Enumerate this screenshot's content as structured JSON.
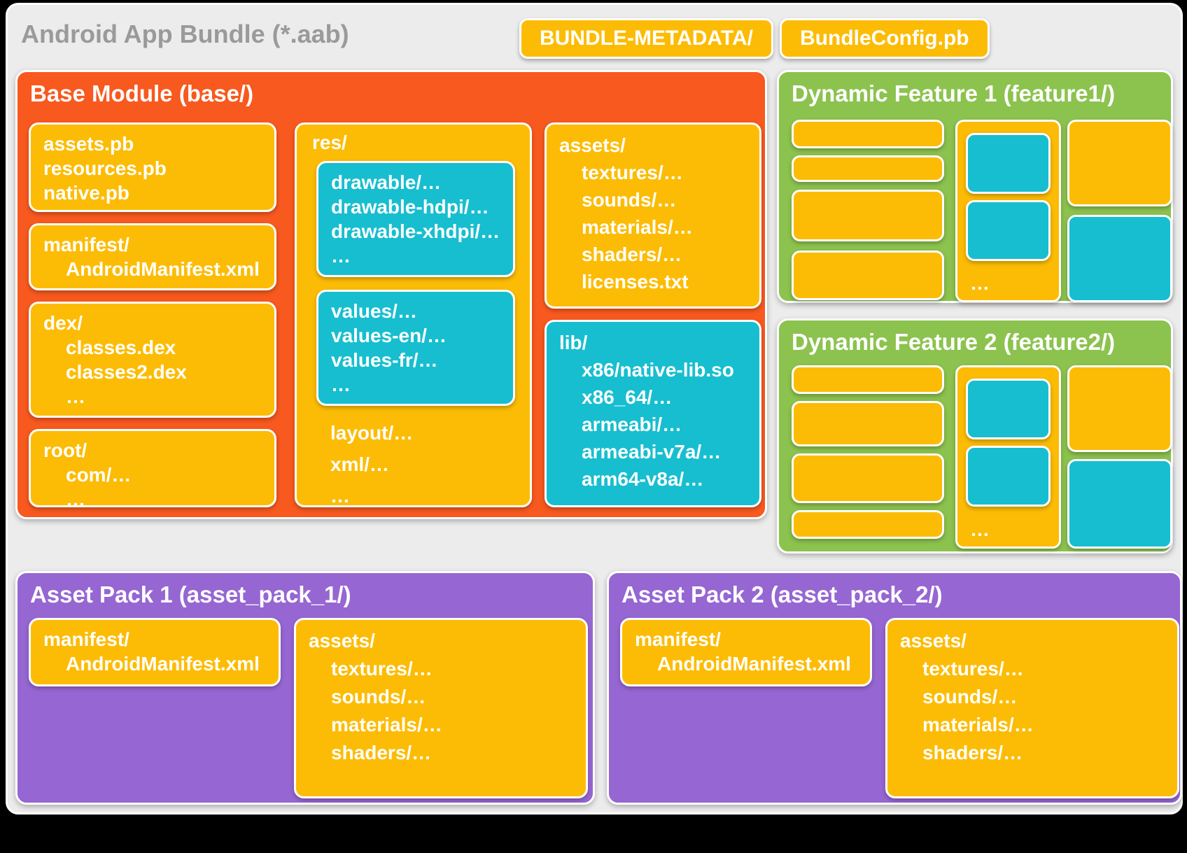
{
  "title": "Android App Bundle (*.aab)",
  "top_buttons": {
    "metadata": "BUNDLE-METADATA/",
    "config": "BundleConfig.pb"
  },
  "colors": {
    "orange": "#F7591F",
    "yellow": "#FCBC05",
    "cyan": "#17BECF",
    "green": "#8CC24E",
    "purple": "#9666D2",
    "card": "#ECECEC",
    "titlegray": "#9A9A9A"
  },
  "base_module": {
    "title": "Base Module (base/)",
    "pb_files": [
      {
        "text": "assets.pb"
      },
      {
        "text": "resources.pb"
      },
      {
        "text": "native.pb"
      }
    ],
    "manifest": [
      {
        "text": "manifest/"
      },
      {
        "text": "AndroidManifest.xml",
        "indent": 1
      }
    ],
    "dex": [
      {
        "text": "dex/"
      },
      {
        "text": "classes.dex",
        "indent": 1
      },
      {
        "text": "classes2.dex",
        "indent": 1
      },
      {
        "text": "…",
        "indent": 1
      }
    ],
    "root": [
      {
        "text": "root/"
      },
      {
        "text": "com/…",
        "indent": 1
      },
      {
        "text": "…",
        "indent": 1
      }
    ],
    "res": {
      "label": "res/",
      "drawable": [
        {
          "text": "drawable/…"
        },
        {
          "text": "drawable-hdpi/…"
        },
        {
          "text": "drawable-xhdpi/…"
        },
        {
          "text": "…"
        }
      ],
      "values": [
        {
          "text": "values/…"
        },
        {
          "text": "values-en/…"
        },
        {
          "text": "values-fr/…"
        },
        {
          "text": "…"
        }
      ],
      "other": [
        {
          "text": "layout/…"
        },
        {
          "text": "xml/…"
        },
        {
          "text": "…"
        }
      ]
    },
    "assets": [
      {
        "text": "assets/"
      },
      {
        "text": "textures/…",
        "indent": 1
      },
      {
        "text": "sounds/…",
        "indent": 1
      },
      {
        "text": "materials/…",
        "indent": 1
      },
      {
        "text": "shaders/…",
        "indent": 1
      },
      {
        "text": "licenses.txt",
        "indent": 1
      }
    ],
    "lib": [
      {
        "text": "lib/"
      },
      {
        "text": "x86/native-lib.so",
        "indent": 1
      },
      {
        "text": "x86_64/…",
        "indent": 1
      },
      {
        "text": "armeabi/…",
        "indent": 1
      },
      {
        "text": "armeabi-v7a/…",
        "indent": 1
      },
      {
        "text": "arm64-v8a/…",
        "indent": 1
      }
    ]
  },
  "feature1": {
    "title": "Dynamic Feature 1 (feature1/)",
    "ellipsis": "…"
  },
  "feature2": {
    "title": "Dynamic Feature 2 (feature2/)",
    "ellipsis": "…"
  },
  "asset_pack_1": {
    "title": "Asset Pack 1 (asset_pack_1/)",
    "manifest": [
      {
        "text": "manifest/"
      },
      {
        "text": "AndroidManifest.xml",
        "indent": 1
      }
    ],
    "assets": [
      {
        "text": "assets/"
      },
      {
        "text": "textures/…",
        "indent": 1
      },
      {
        "text": "sounds/…",
        "indent": 1
      },
      {
        "text": "materials/…",
        "indent": 1
      },
      {
        "text": "shaders/…",
        "indent": 1
      }
    ]
  },
  "asset_pack_2": {
    "title": "Asset Pack 2 (asset_pack_2/)",
    "manifest": [
      {
        "text": "manifest/"
      },
      {
        "text": "AndroidManifest.xml",
        "indent": 1
      }
    ],
    "assets": [
      {
        "text": "assets/"
      },
      {
        "text": "textures/…",
        "indent": 1
      },
      {
        "text": "sounds/…",
        "indent": 1
      },
      {
        "text": "materials/…",
        "indent": 1
      },
      {
        "text": "shaders/…",
        "indent": 1
      }
    ]
  }
}
